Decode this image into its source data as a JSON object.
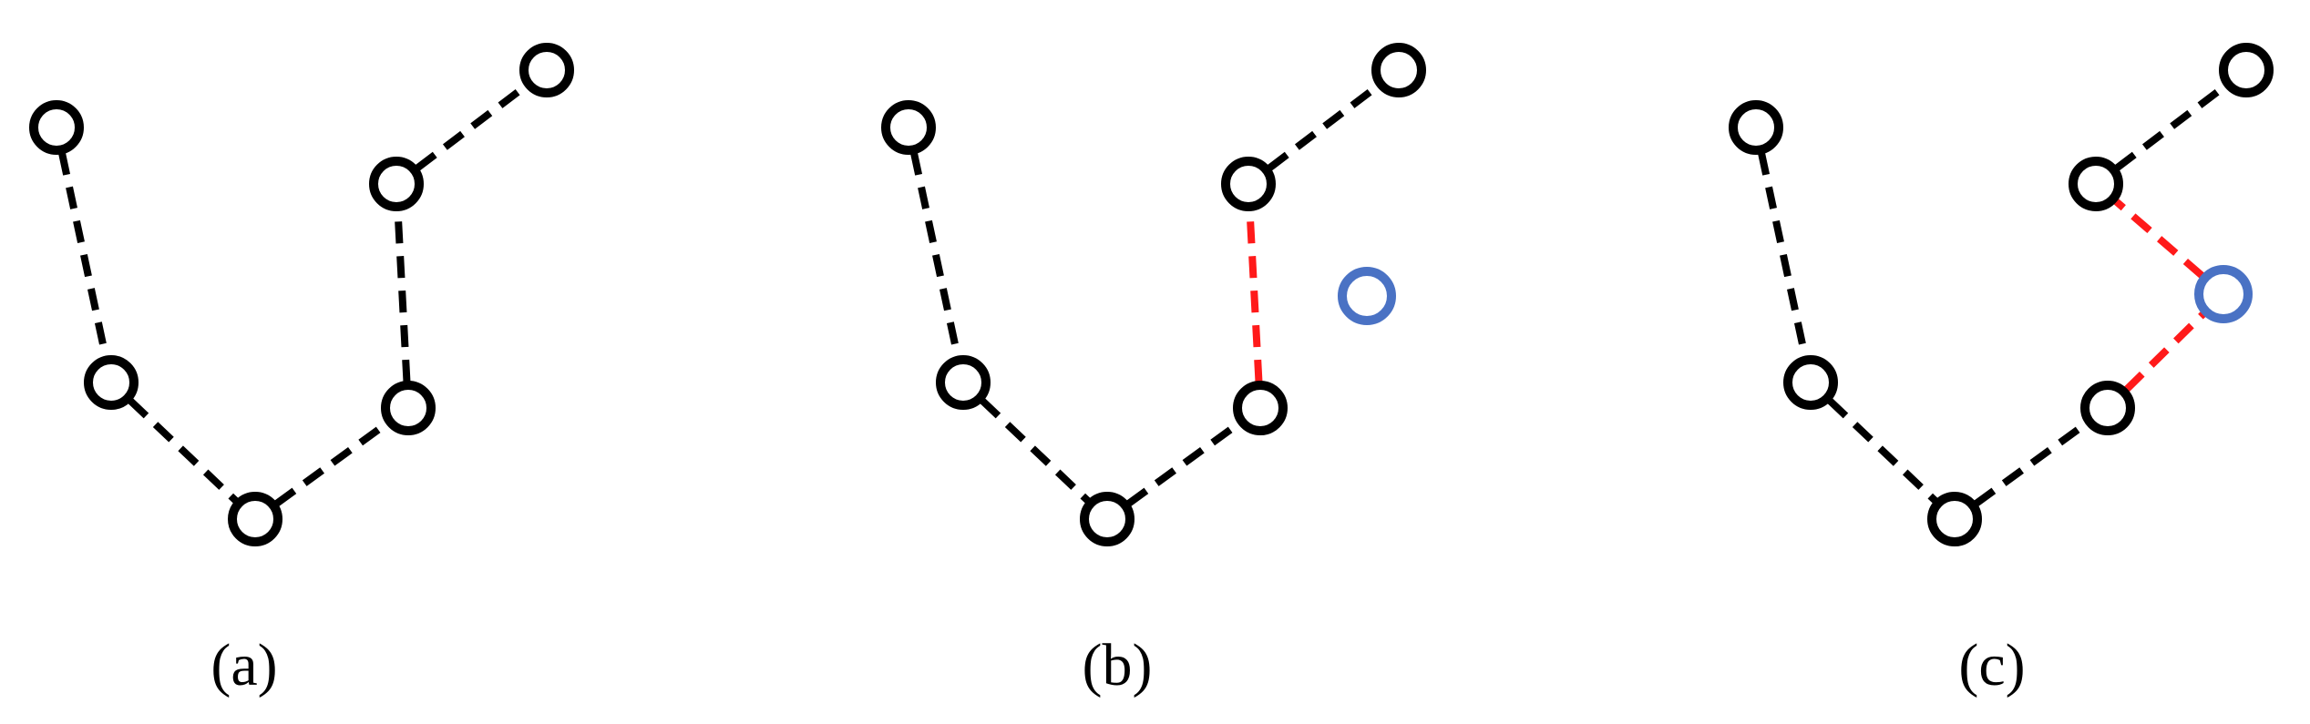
{
  "colors": {
    "node": "#000000",
    "node_fill": "#ffffff",
    "edge": "#000000",
    "highlight_edge": "#ff1a1a",
    "new_node": "#4a72c4"
  },
  "panels": [
    {
      "label": "(a)",
      "nodes": [
        "n1",
        "n2",
        "n3",
        "n4",
        "n5",
        "n6"
      ],
      "new_node": false,
      "edges": [
        {
          "from": "n1",
          "to": "n2",
          "highlight": false
        },
        {
          "from": "n2",
          "to": "n3",
          "highlight": false
        },
        {
          "from": "n3",
          "to": "n4",
          "highlight": false
        },
        {
          "from": "n4",
          "to": "n5",
          "highlight": false
        },
        {
          "from": "n5",
          "to": "n6",
          "highlight": false
        }
      ]
    },
    {
      "label": "(b)",
      "nodes": [
        "n1",
        "n2",
        "n3",
        "n4",
        "n5",
        "n6"
      ],
      "new_node": true,
      "edges": [
        {
          "from": "n1",
          "to": "n2",
          "highlight": false
        },
        {
          "from": "n2",
          "to": "n3",
          "highlight": false
        },
        {
          "from": "n3",
          "to": "n4",
          "highlight": false
        },
        {
          "from": "n4",
          "to": "n5",
          "highlight": true
        },
        {
          "from": "n5",
          "to": "n6",
          "highlight": false
        }
      ]
    },
    {
      "label": "(c)",
      "nodes": [
        "n1",
        "n2",
        "n3",
        "n4",
        "n5",
        "n6"
      ],
      "new_node": true,
      "edges": [
        {
          "from": "n1",
          "to": "n2",
          "highlight": false
        },
        {
          "from": "n2",
          "to": "n3",
          "highlight": false
        },
        {
          "from": "n3",
          "to": "n4",
          "highlight": false
        },
        {
          "from": "n4",
          "to": "new",
          "highlight": true
        },
        {
          "from": "new",
          "to": "n5",
          "highlight": true
        },
        {
          "from": "n5",
          "to": "n6",
          "highlight": false
        }
      ]
    }
  ]
}
